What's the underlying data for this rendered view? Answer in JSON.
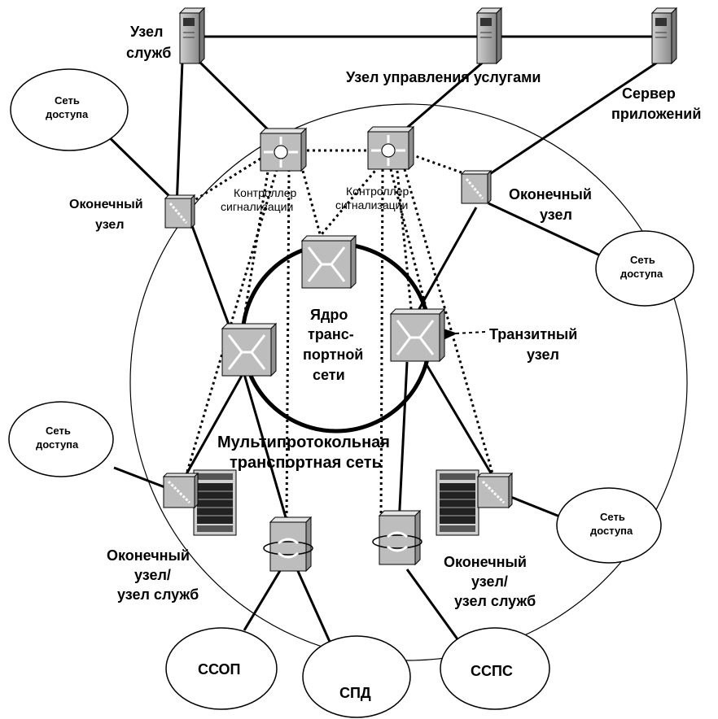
{
  "labels": {
    "service_node_top_1": "Узел",
    "service_node_top_2": "служб",
    "service_mgmt_node": "Узел управления услугами",
    "app_server_1": "Сервер",
    "app_server_2": "приложений",
    "access_net_1": "Сеть",
    "access_net_2": "доступа",
    "terminal_node_1": "Оконечный",
    "terminal_node_2": "узел",
    "controller_1": "Контроллер",
    "controller_2": "сигнализации",
    "core_1": "Ядро",
    "core_2": "транс-",
    "core_3": "портной",
    "core_4": "сети",
    "transit_1": "Транзитный",
    "transit_2": "узел",
    "multiproto_1": "Мультипротокольная",
    "multiproto_2": "транспортная сеть",
    "term_service_1": "Оконечный",
    "term_service_2": "узел/",
    "term_service_3": "узел служб",
    "net_ssop": "ССОП",
    "net_spd": "СПД",
    "net_ssps": "ССПС"
  },
  "icons": [
    "server-icon",
    "signaling-controller-icon",
    "transit-switch-icon",
    "terminal-node-icon",
    "media-gateway-icon",
    "equipment-rack-icon"
  ]
}
